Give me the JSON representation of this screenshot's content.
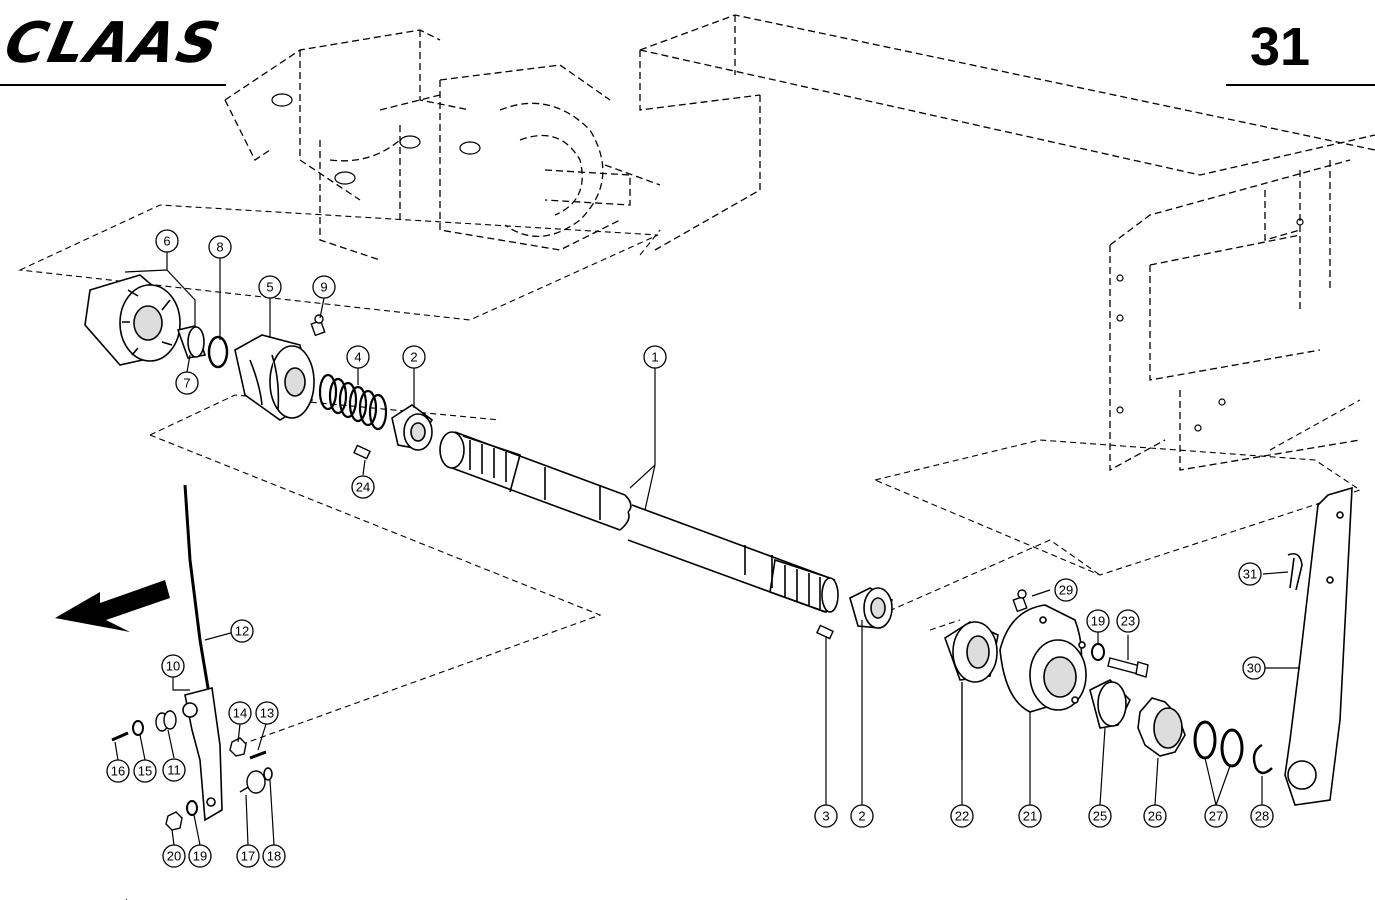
{
  "header": {
    "brand": "CLAAS",
    "page_number": "31"
  },
  "callouts": [
    {
      "id": "c1",
      "label": "1"
    },
    {
      "id": "c2a",
      "label": "2"
    },
    {
      "id": "c2b",
      "label": "2"
    },
    {
      "id": "c3",
      "label": "3"
    },
    {
      "id": "c4",
      "label": "4"
    },
    {
      "id": "c5",
      "label": "5"
    },
    {
      "id": "c6",
      "label": "6"
    },
    {
      "id": "c7",
      "label": "7"
    },
    {
      "id": "c8",
      "label": "8"
    },
    {
      "id": "c9",
      "label": "9"
    },
    {
      "id": "c10",
      "label": "10"
    },
    {
      "id": "c11",
      "label": "11"
    },
    {
      "id": "c12",
      "label": "12"
    },
    {
      "id": "c13",
      "label": "13"
    },
    {
      "id": "c14",
      "label": "14"
    },
    {
      "id": "c15",
      "label": "15"
    },
    {
      "id": "c16",
      "label": "16"
    },
    {
      "id": "c17",
      "label": "17"
    },
    {
      "id": "c18",
      "label": "18"
    },
    {
      "id": "c19a",
      "label": "19"
    },
    {
      "id": "c19b",
      "label": "19"
    },
    {
      "id": "c20",
      "label": "20"
    },
    {
      "id": "c21",
      "label": "21"
    },
    {
      "id": "c22",
      "label": "22"
    },
    {
      "id": "c23",
      "label": "23"
    },
    {
      "id": "c24",
      "label": "24"
    },
    {
      "id": "c25",
      "label": "25"
    },
    {
      "id": "c26",
      "label": "26"
    },
    {
      "id": "c27",
      "label": "27"
    },
    {
      "id": "c28",
      "label": "28"
    },
    {
      "id": "c29",
      "label": "29"
    },
    {
      "id": "c30",
      "label": "30"
    },
    {
      "id": "c31",
      "label": "31"
    }
  ]
}
